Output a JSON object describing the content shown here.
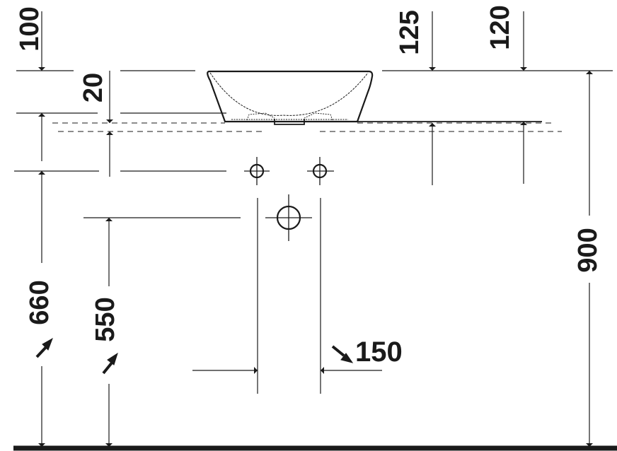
{
  "drawing": {
    "type": "technical installation drawing — countertop washbasin (front view)",
    "units": "mm",
    "colors": {
      "line": "#1a1a1a",
      "background": "#ffffff"
    },
    "dimensions": {
      "d100": {
        "value": "100",
        "description": "height of basin above countertop"
      },
      "d20": {
        "value": "20",
        "description": "countertop thickness"
      },
      "d125": {
        "value": "125",
        "description": "basin top to countertop underside (right)"
      },
      "d120": {
        "value": "120",
        "description": "basin top to countertop top (right)"
      },
      "d900": {
        "value": "900",
        "description": "floor to basin top"
      },
      "d660": {
        "value": "660",
        "description": "floor to water supply (reference)"
      },
      "d550": {
        "value": "550",
        "description": "floor to waste outlet center"
      },
      "d150": {
        "value": "150",
        "description": "spacing of supply/waste lines"
      }
    },
    "symbols": [
      {
        "name": "water-supply-left",
        "shape": "small crosshair circle"
      },
      {
        "name": "water-supply-right",
        "shape": "small crosshair circle"
      },
      {
        "name": "waste-outlet",
        "shape": "large crosshair circle"
      }
    ]
  }
}
